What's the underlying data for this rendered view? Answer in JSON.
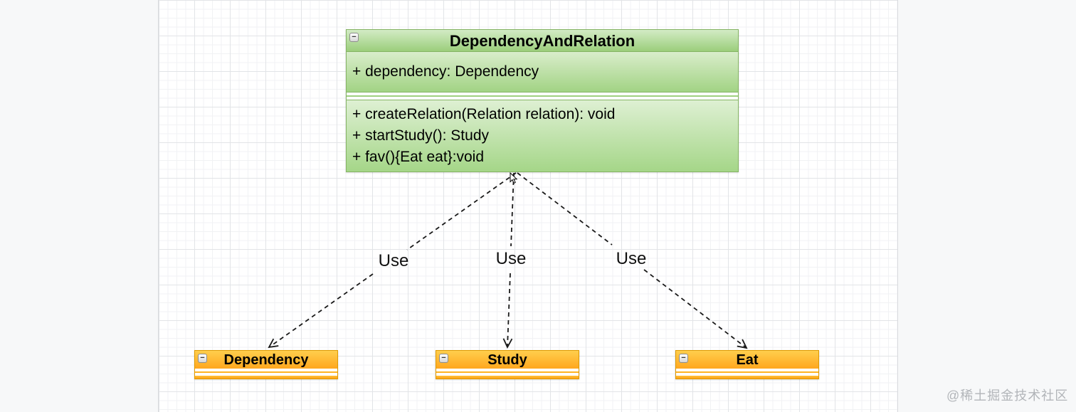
{
  "diagram": {
    "main_class": {
      "name": "DependencyAndRelation",
      "fields": [
        "+ dependency: Dependency"
      ],
      "methods": [
        "+ createRelation(Relation relation): void",
        "+ startStudy(): Study",
        "+ fav(){Eat eat}:void"
      ]
    },
    "target_classes": [
      {
        "name": "Dependency"
      },
      {
        "name": "Study"
      },
      {
        "name": "Eat"
      }
    ],
    "edges": [
      {
        "label": "Use",
        "from": "DependencyAndRelation",
        "to": "Dependency",
        "style": "dashed-open-arrow"
      },
      {
        "label": "Use",
        "from": "DependencyAndRelation",
        "to": "Study",
        "style": "dashed-open-arrow"
      },
      {
        "label": "Use",
        "from": "DependencyAndRelation",
        "to": "Eat",
        "style": "dashed-open-arrow"
      }
    ],
    "colors": {
      "green_node_border": "#85b464",
      "green_gradient_top": "#d3ebc5",
      "green_gradient_bottom": "#9bce7b",
      "orange_node_border": "#df9a00",
      "orange_gradient_top": "#ffce4d",
      "orange_gradient_bottom": "#ffa71e",
      "edge_stroke": "#1a1a1a",
      "grid_major": "#e2e4e7",
      "grid_minor": "#f1f2f4"
    }
  },
  "ui": {
    "collapse_glyph": "−"
  },
  "watermark": {
    "text": "@稀土掘金技术社区"
  }
}
